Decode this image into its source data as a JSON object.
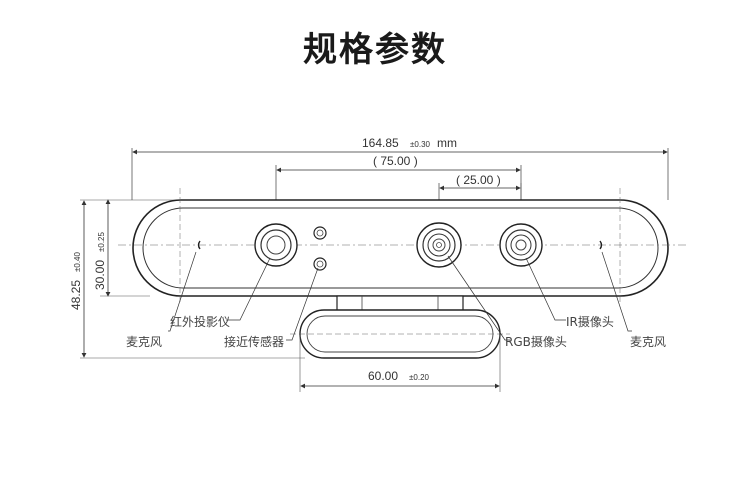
{
  "title": "规格参数",
  "dimensions": {
    "width_total": "164.85",
    "width_total_tol": "±0.30",
    "width_unit": "mm",
    "ir_spacing": "( 75.00 )",
    "rgb_ir_spacing": "( 25.00 )",
    "height_total": "48.25",
    "height_total_tol": "±0.40",
    "body_height": "30.00",
    "body_height_tol": "±0.25",
    "base_width": "60.00",
    "base_width_tol": "±0.20"
  },
  "labels": {
    "mic_left": "麦克风",
    "ir_projector": "红外投影仪",
    "proximity_sensor": "接近传感器",
    "rgb_camera": "RGB摄像头",
    "ir_camera": "IR摄像头",
    "mic_right": "麦克风"
  }
}
